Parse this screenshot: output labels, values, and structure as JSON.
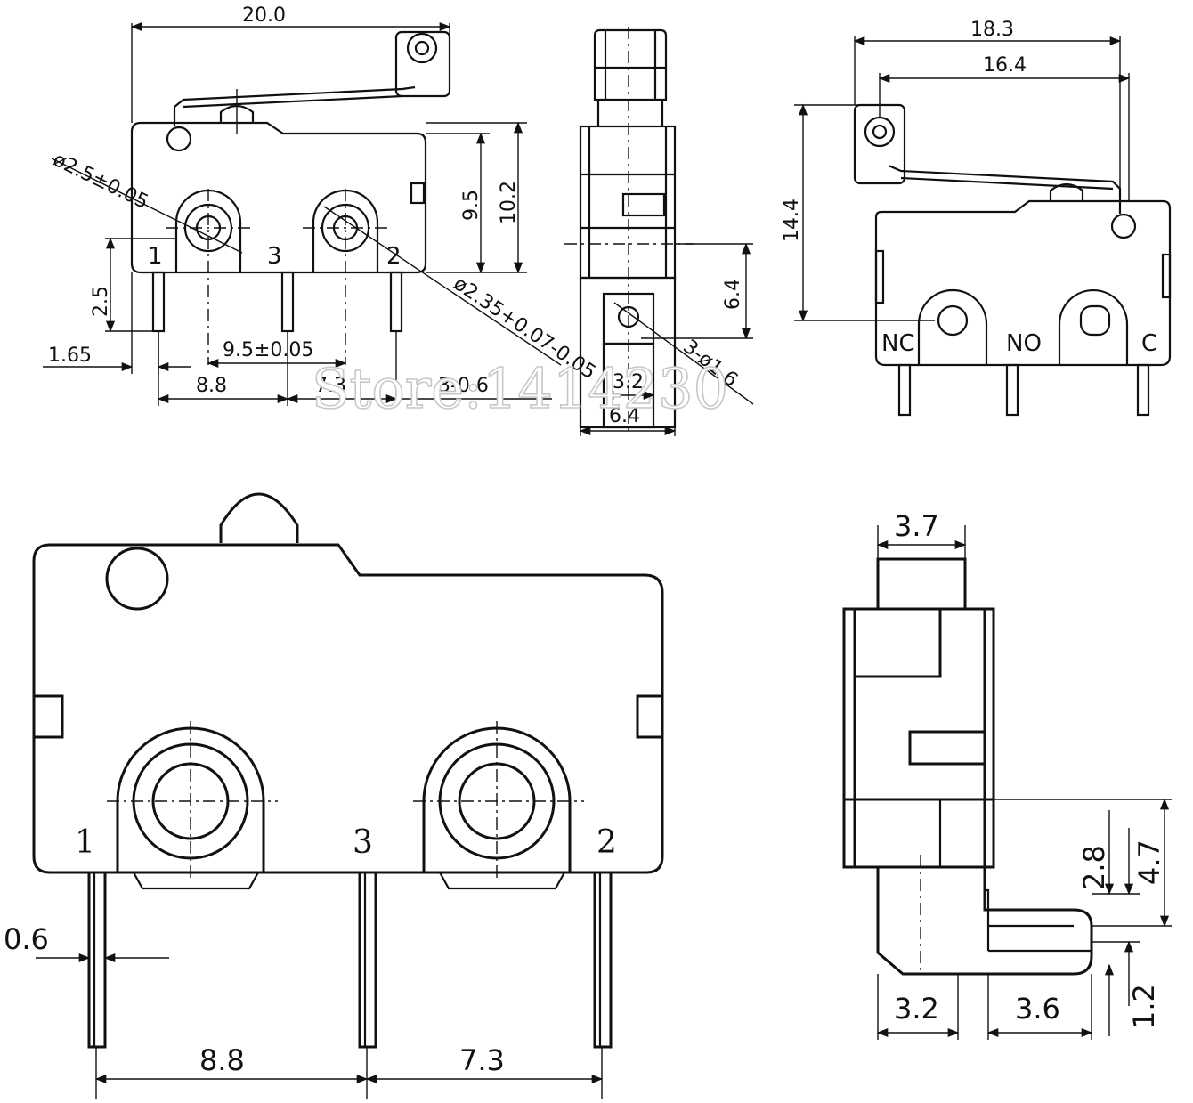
{
  "watermark": "Store:1414230",
  "top_side_view": {
    "dims": {
      "overall_length": "20.0",
      "height_actuator": "9.5",
      "height_total": "10.2",
      "mount_hole_diameter": "ø2.5±0.05",
      "mount_hole_diameter_2": "ø2.35+0.07-0.05",
      "pin_length": "2.5",
      "pin_offset": "1.65",
      "hole_spacing": "9.5±0.05",
      "pin_spacing_1_3": "8.8",
      "pin_spacing_3_2": "7.3",
      "pin_width": "3-0.6"
    },
    "pins": [
      "1",
      "3",
      "2"
    ]
  },
  "top_end_view": {
    "dims": {
      "pin_pitch": "6.4",
      "pin_width": "3.2",
      "body_width": "6.4",
      "pin_diameter": "3-ø1.6"
    }
  },
  "top_right_view": {
    "dims": {
      "roller_reach": "18.3",
      "lever_reach": "16.4",
      "height": "14.4"
    },
    "terminals": [
      "NC",
      "NO",
      "C"
    ]
  },
  "bottom_front_view": {
    "pins": [
      "1",
      "3",
      "2"
    ],
    "dims": {
      "pin_thickness": "0.6",
      "pin_spacing_1_3": "8.8",
      "pin_spacing_3_2": "7.3"
    }
  },
  "bottom_end_view": {
    "dims": {
      "top_width": "3.7",
      "step_height": "2.8",
      "pin_height": "4.7",
      "pin_tab": "1.2",
      "pin_base": "3.2",
      "pin_bend": "3.6"
    }
  }
}
